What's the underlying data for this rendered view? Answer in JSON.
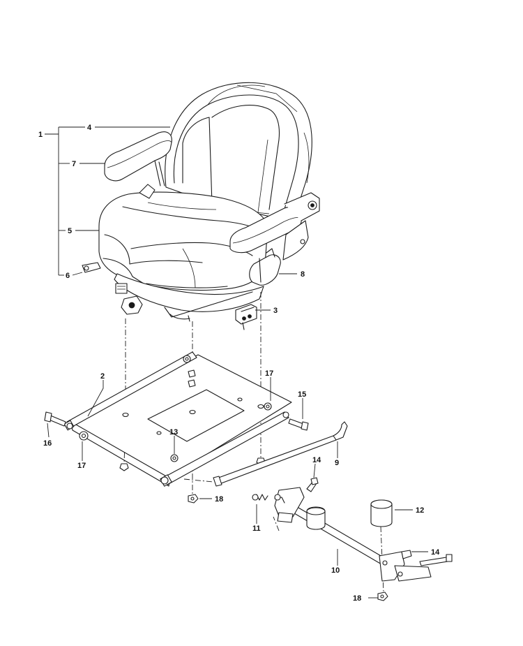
{
  "callouts": {
    "c1": "1",
    "c2": "2",
    "c3": "3",
    "c4": "4",
    "c5": "5",
    "c6": "6",
    "c7": "7",
    "c8": "8",
    "c9": "9",
    "c10": "10",
    "c11": "11",
    "c12": "12",
    "c13": "13",
    "c14a": "14",
    "c14b": "14",
    "c15": "15",
    "c16": "16",
    "c17a": "17",
    "c17b": "17",
    "c18a": "18",
    "c18b": "18"
  }
}
